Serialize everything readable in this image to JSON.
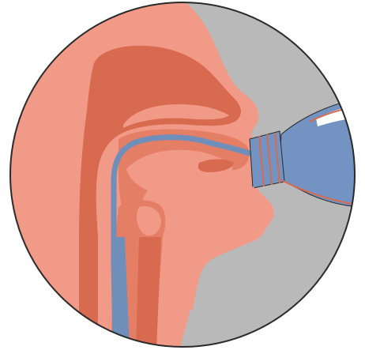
{
  "diagram": {
    "description_visible_text": "",
    "colors": {
      "background": "#ffffff",
      "outline": "#2a2a2a",
      "gray_outside": "#b9b9b9",
      "skin": "#f29a88",
      "inner_dark": "#d86a4f",
      "inner_mid": "#e47f66",
      "blue_liquid": "#6f8fba",
      "blue_bottle": "#7394c2",
      "bottle_highlight": "#ffffff"
    },
    "parts": [
      "head-profile",
      "nasal-cavity",
      "oral-cavity",
      "tongue",
      "pharynx",
      "esophagus",
      "trachea",
      "liquid-stream",
      "bottle"
    ]
  }
}
